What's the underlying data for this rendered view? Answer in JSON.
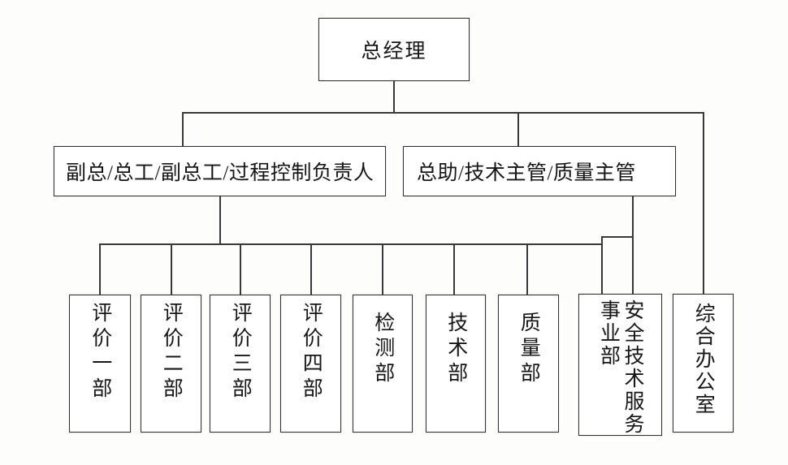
{
  "document": {
    "type": "organization-chart",
    "title": "组织机构图",
    "language": "zh-CN",
    "background_color": "#fdfdfc",
    "line_color": "#3a383a",
    "box_border_color": "#333133",
    "box_fill_color": "#ffffff",
    "text_color": "#161616"
  },
  "levels": {
    "top": {
      "label": "总经理"
    },
    "level2": [
      {
        "label": "副总/总工/副总工/过程控制负责人"
      },
      {
        "label": "总助/技术主管/质量主管"
      }
    ],
    "level3": [
      {
        "label": "评价一部",
        "columns": [
          "评价一部"
        ]
      },
      {
        "label": "评价二部",
        "columns": [
          "评价二部"
        ]
      },
      {
        "label": "评价三部",
        "columns": [
          "评价三部"
        ]
      },
      {
        "label": "评价四部",
        "columns": [
          "评价四部"
        ]
      },
      {
        "label": "检测部",
        "columns": [
          "检测部"
        ]
      },
      {
        "label": "技术部",
        "columns": [
          "技术部"
        ]
      },
      {
        "label": "质量部",
        "columns": [
          "质量部"
        ]
      },
      {
        "label": "安全技术服务事业部",
        "columns": [
          "安全技术服务",
          "事业部"
        ]
      },
      {
        "label": "综合办公室",
        "columns": [
          "综合办公室"
        ]
      }
    ]
  }
}
